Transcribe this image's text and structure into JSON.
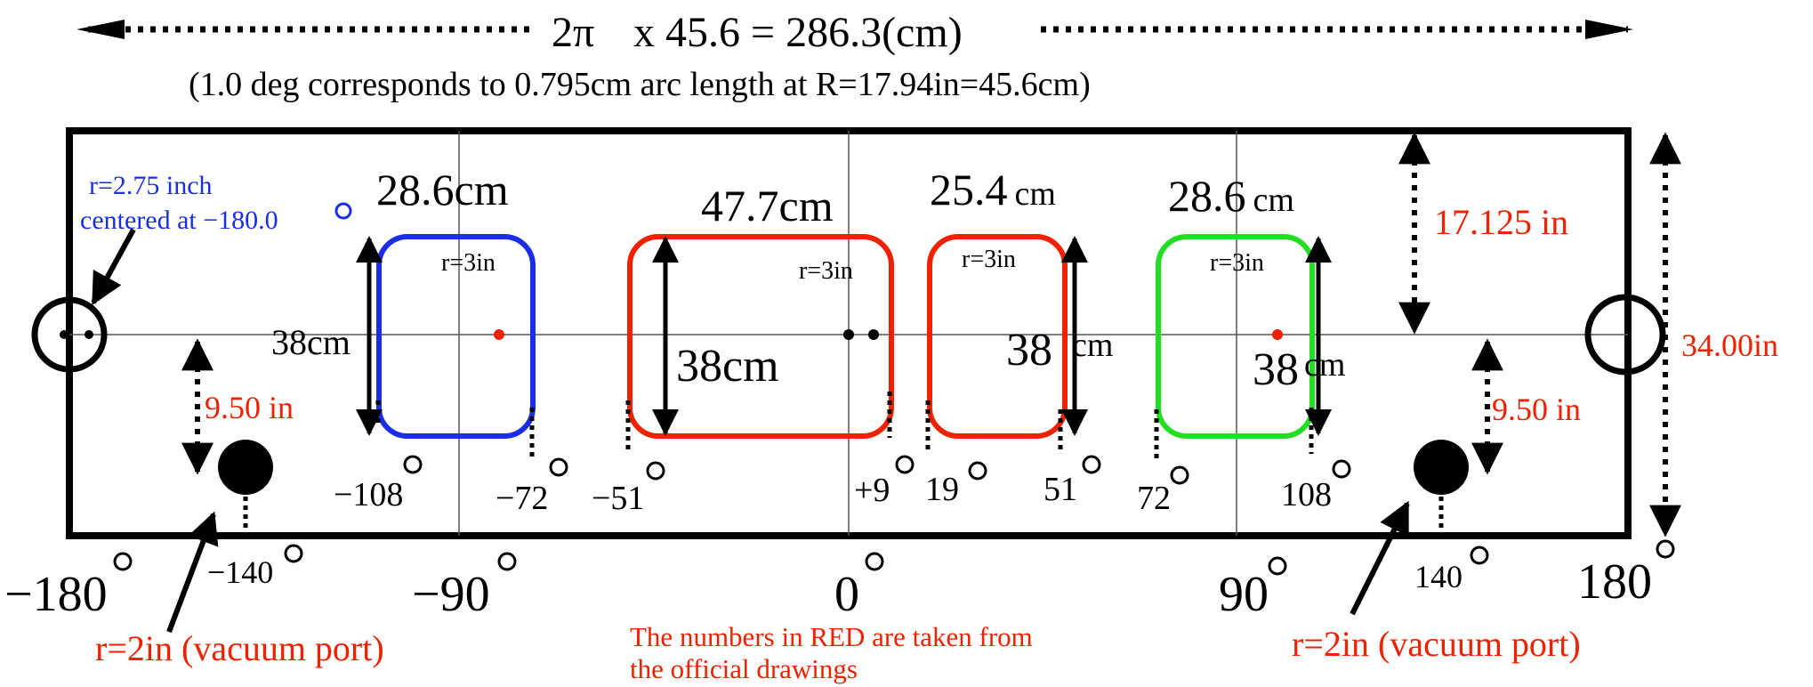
{
  "colors": {
    "black": "#000000",
    "red": "#ee2200",
    "blue": "#1a2ee6",
    "green": "#22dd22",
    "grid": "#555555"
  },
  "header": {
    "circumference_prefix": "2π",
    "circumference_formula": "x 45.6 = 286.3(cm)",
    "arc_note": "(1.0 deg corresponds to 0.795cm arc length at R=17.94in=45.6cm)"
  },
  "axis": {
    "labels": [
      "−180",
      "−90",
      "0",
      "90",
      "180"
    ]
  },
  "left_port": {
    "radius_label": "r=2.75 inch",
    "center_label": "centered at −180.0"
  },
  "windows": [
    {
      "width_label": "28.6cm",
      "corner_label": "r=3in",
      "height_label": "38cm",
      "angles": [
        "−108",
        "−72"
      ],
      "color": "blue"
    },
    {
      "width_label": "47.7cm",
      "corner_label": "r=3in",
      "height_label": "38cm",
      "angles": [
        "−51",
        "+9"
      ],
      "color": "red"
    },
    {
      "width_value": "25.4",
      "width_unit": "cm",
      "corner_label": "r=3in",
      "height_value": "38",
      "height_unit": "cm",
      "angles": [
        "19",
        "51"
      ],
      "color": "red"
    },
    {
      "width_value": "28.6",
      "width_unit": "cm",
      "corner_label": "r=3in",
      "height_value": "38",
      "height_unit": "cm",
      "angles": [
        "72",
        "108"
      ],
      "color": "green"
    }
  ],
  "dimensions": {
    "half_height": "17.125 in",
    "full_height": "34.00in",
    "port_offset_left": "9.50 in",
    "port_offset_right": "9.50 in"
  },
  "vacuum_ports": {
    "left_label": "r=2in (vacuum port)",
    "left_angle": "−140",
    "right_label": "r=2in (vacuum port)",
    "right_angle": "140"
  },
  "notes": {
    "line1": "The numbers in RED are taken from",
    "line2": "the official drawings"
  }
}
